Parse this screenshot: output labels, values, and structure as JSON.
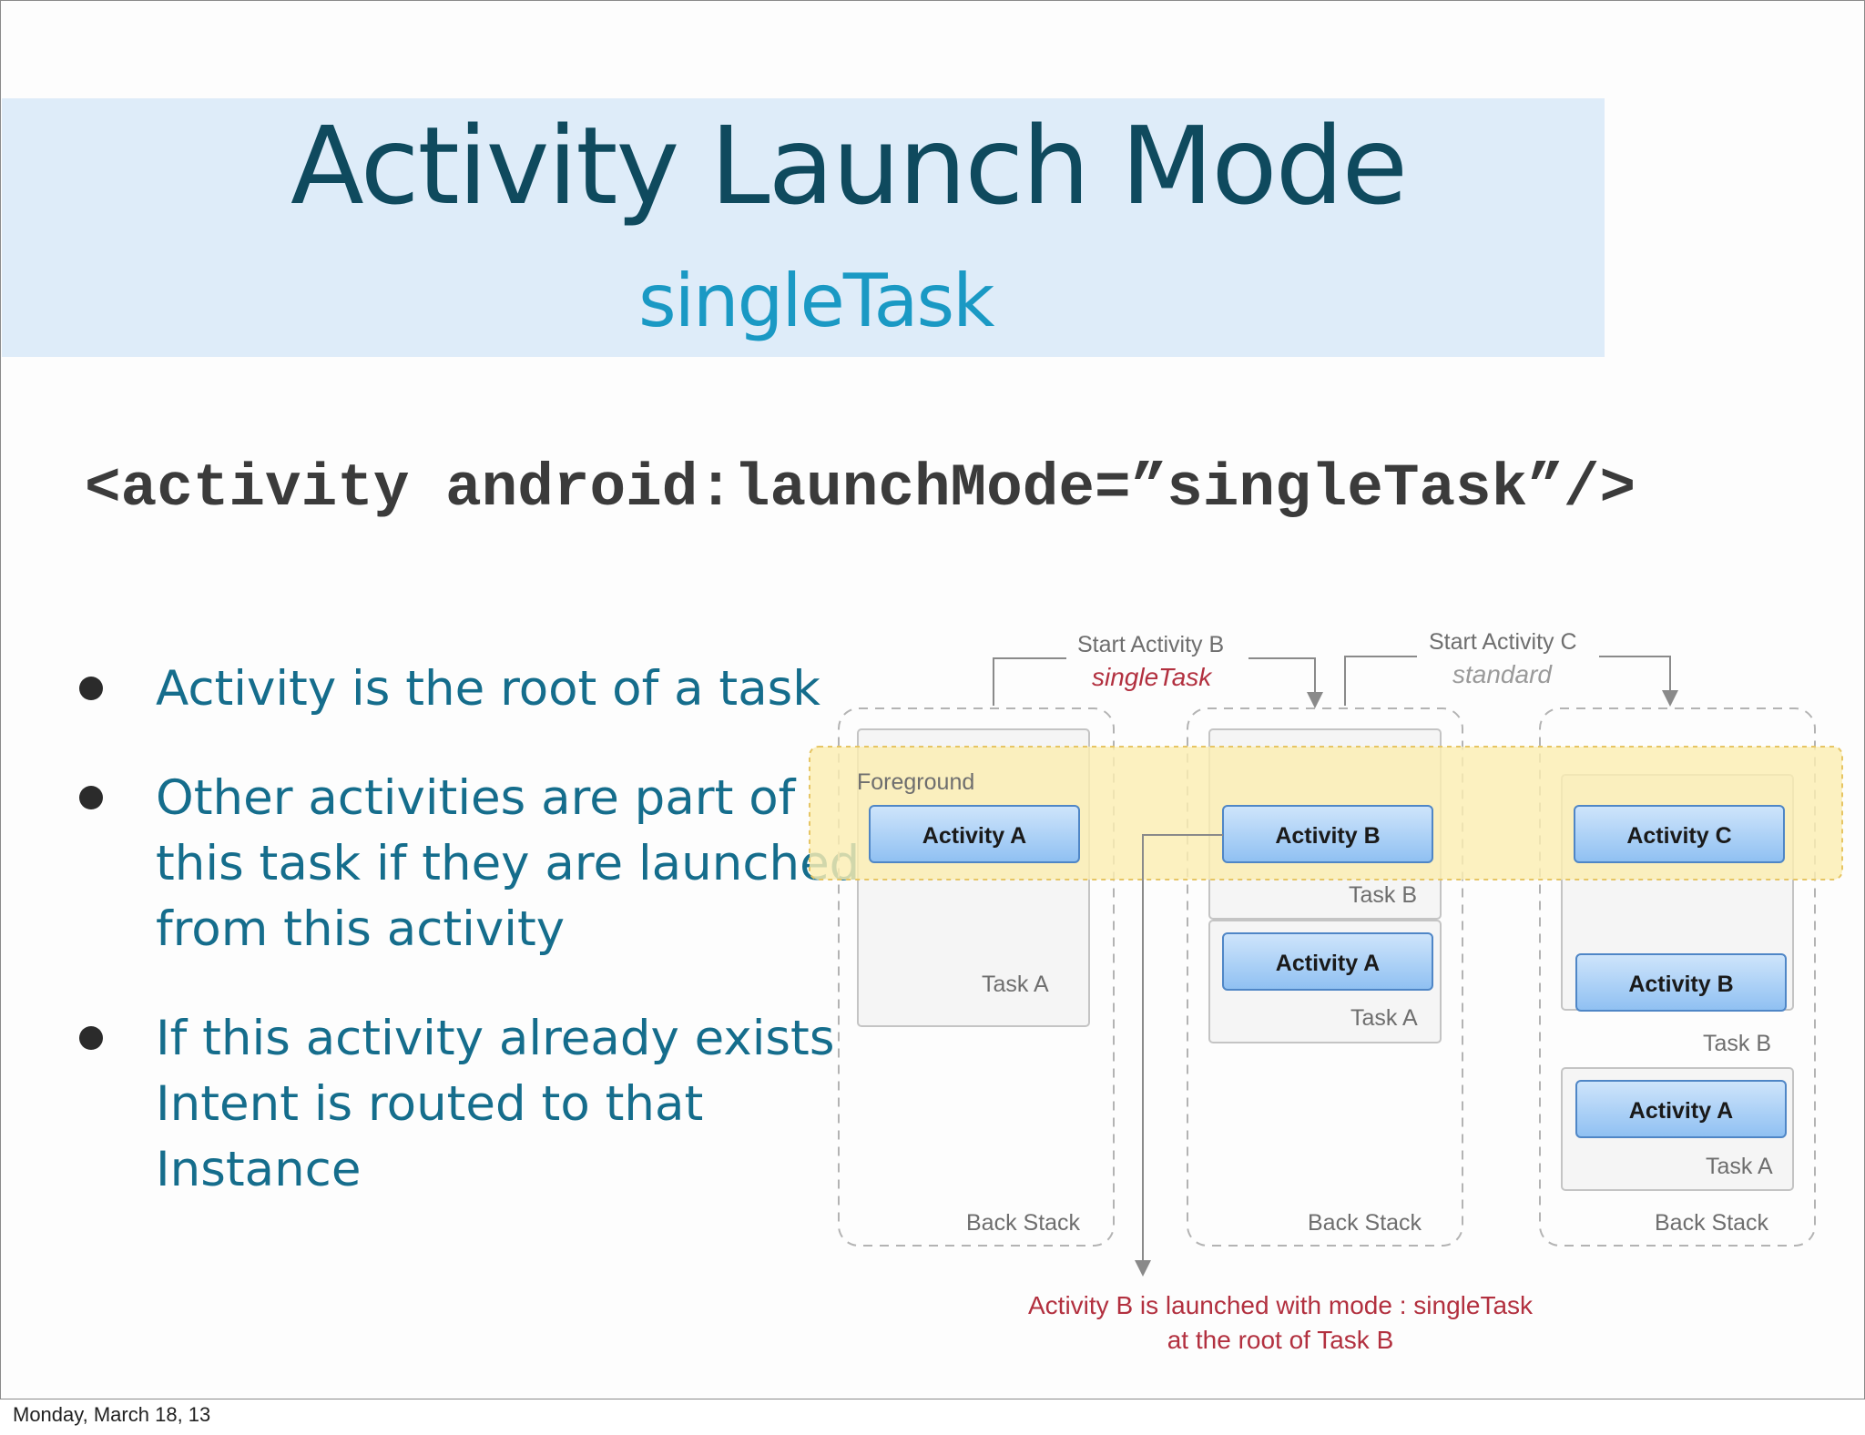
{
  "slide": {
    "title": "Activity Launch Mode",
    "subtitle": "singleTask",
    "code": "<activity android:launchMode=”singleTask”/>",
    "bullets": [
      "Activity is the root of a task",
      "Other activities are part of this task if they are launched from this activity",
      "If this activity already exists Intent is routed to that Instance"
    ],
    "footer": "Monday, March 18, 13"
  },
  "diagram": {
    "step1_label": "Start Activity B",
    "step1_mode": "singleTask",
    "step2_label": "Start Activity C",
    "step2_mode": "standard",
    "foreground_label": "Foreground",
    "activity_a": "Activity A",
    "activity_b": "Activity B",
    "activity_c": "Activity C",
    "task_a": "Task A",
    "task_b": "Task B",
    "back_stack": "Back Stack",
    "caption_line1": "Activity B is launched with mode : singleTask",
    "caption_line2": "at the root of Task B",
    "colors": {
      "foreground_band": "#fbeeb2",
      "activity_fill": "#a9d0f7",
      "caption": "#b2303f"
    }
  }
}
